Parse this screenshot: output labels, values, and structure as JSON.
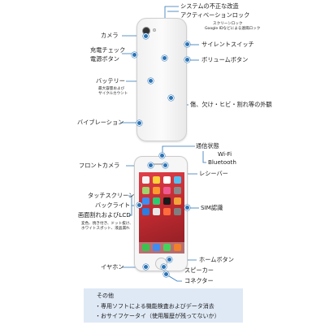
{
  "back_labels": {
    "system": "システムの不正な改造",
    "activation": "アクティベーションロック",
    "lock_note_1": "スクリーンロック",
    "lock_note_2": "Google IDなどによる遠隔ロック",
    "camera": "カメラ",
    "silent": "サイレントスイッチ",
    "charge_1": "充電チェック",
    "charge_2": "電源ボタン",
    "volume": "ボリュームボタン",
    "battery": "バッテリー",
    "battery_note_1": "最大容量および",
    "battery_note_2": "サイクルカウント",
    "damage": "傷、欠け・ヒビ・割れ等の外観",
    "vibration": "バイブレーション"
  },
  "front_labels": {
    "signal": "通信状態",
    "wifi": "Wi-Fi",
    "bluetooth": "Bluetooth",
    "front_camera": "フロントカメラ",
    "receiver": "レシーバー",
    "touch": "タッチスクリーン",
    "backlight": "バックライト",
    "lcd": "画面割れおよびLCD",
    "lcd_note_1": "変色、焼き付き、ドット抜け、",
    "lcd_note_2": "ホワイトスポット、液晶漏れ",
    "sim": "SIM認識",
    "home": "ホームボタン",
    "earphone": "イヤホン",
    "speaker": "スピーカー",
    "connector": "コネクター"
  },
  "notes": {
    "heading": "その他",
    "item_1": "・専用ソフトによる機能検査およびデータ消去",
    "item_2": "・おサイフケータイ（使用履歴が残ってないか）"
  },
  "colors": {
    "accent": "#2b74b5",
    "notes_bg": "#dfe9f6"
  }
}
